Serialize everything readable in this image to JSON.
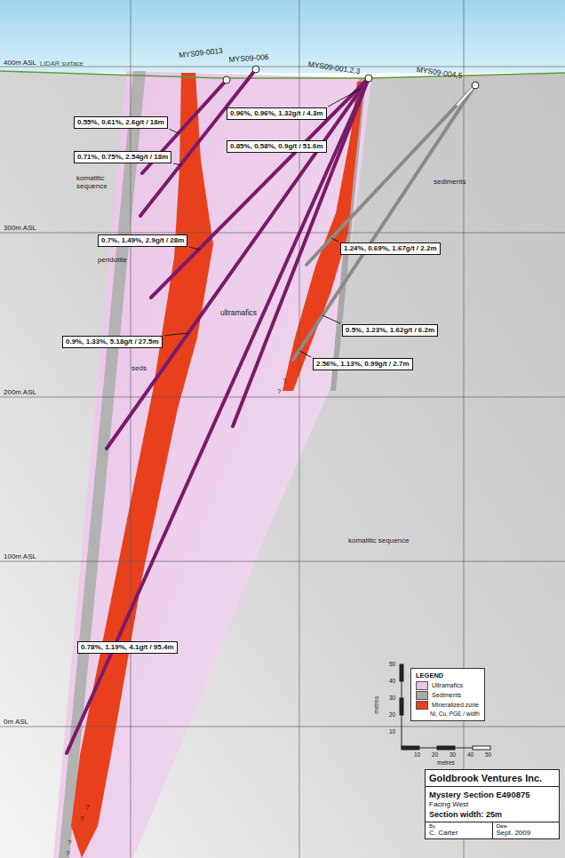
{
  "diagram": {
    "nodes": [
      {
        "text": [
          "0.96%, 0.96%, 1.32g/t / 4.3m"
        ]
      },
      {
        "text": [
          "0.55%, 0.61%, 2.6g/t / 18m"
        ]
      },
      {
        "text": [
          "0.85%, 0.58%, 0.9g/t / 51.6m"
        ]
      },
      {
        "text": [
          "0.71%, 0.75%, 2.54g/t / 18m"
        ]
      },
      {
        "text": [
          "0.7%, 1.49%, 2.9g/t / 28m"
        ]
      },
      {
        "text": [
          "1.24%, 0.69%, 1.67g/t / 2.2m"
        ]
      },
      {
        "text": [
          "0.5%, 1.23%, 1.62g/t / 6.2m"
        ]
      },
      {
        "text": [
          "0.9%, 1.33%, 5.18g/t / 27.5m"
        ]
      },
      {
        "text": [
          "2.56%, 1.13%, 0.99g/t / 2.7m"
        ]
      },
      {
        "text": [
          "0.78%, 1.19%, 4.1g/t / 95.4m"
        ]
      },
      {
        "text": [
          "Goldbrook Ventures Inc.",
          "Mystery Section E490875",
          "Facing West",
          "Section width: 25m",
          "By",
          "C. Carter",
          "Date",
          "Sept. 2009"
        ]
      }
    ],
    "labels": [
      "400m ASL",
      "300m ASL",
      "200m ASL",
      "100m ASL",
      "0m ASL",
      "LIDAR surface",
      "MYS09-0013",
      "MYS09-006",
      "MYS09-001,2,3",
      "MYS09-004,5",
      "komatitic sequence",
      "peridotite",
      "ultramafics",
      "seds",
      "sediments",
      "komatitic sequence",
      "?",
      "?",
      "?",
      "?",
      "?",
      "?",
      "LEGEND",
      "Ni, Cu, PGE / width",
      "50",
      "40",
      "30",
      "20",
      "10",
      "metres",
      "10",
      "20",
      "30",
      "40",
      "50",
      "metres"
    ],
    "legend": [
      {
        "text": "Ultramafics",
        "color": "#e8c4e6"
      },
      {
        "text": "Sediments",
        "color": "#a9a9a9"
      },
      {
        "text": "Mineralized zone",
        "color": "#e8401c"
      }
    ]
  }
}
